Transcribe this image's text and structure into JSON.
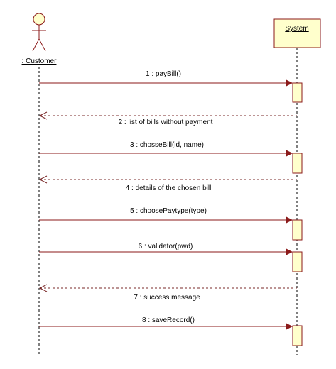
{
  "actor": {
    "name": ": Customer"
  },
  "system": {
    "name": "System"
  },
  "colors": {
    "message_line": "#8b1a1a",
    "return_line": "#7a2a2a",
    "lifeline": "#000000",
    "activation_fill": "#ffffcc",
    "system_box_fill": "#ffffcc",
    "actor_head_fill": "#ffffcc",
    "actor_stroke": "#8b1a1a"
  },
  "messages": [
    {
      "label": "1 : payBill()",
      "kind": "call"
    },
    {
      "label": "2 : list of bills without payment",
      "kind": "return"
    },
    {
      "label": "3 : chosseBill(id, name)",
      "kind": "call"
    },
    {
      "label": "4 : details of the chosen bill",
      "kind": "return"
    },
    {
      "label": "5 : choosePaytype(type)",
      "kind": "call"
    },
    {
      "label": "6 : validator(pwd)",
      "kind": "call"
    },
    {
      "label": "7 : success message",
      "kind": "return"
    },
    {
      "label": "8 : saveRecord()",
      "kind": "call"
    }
  ]
}
